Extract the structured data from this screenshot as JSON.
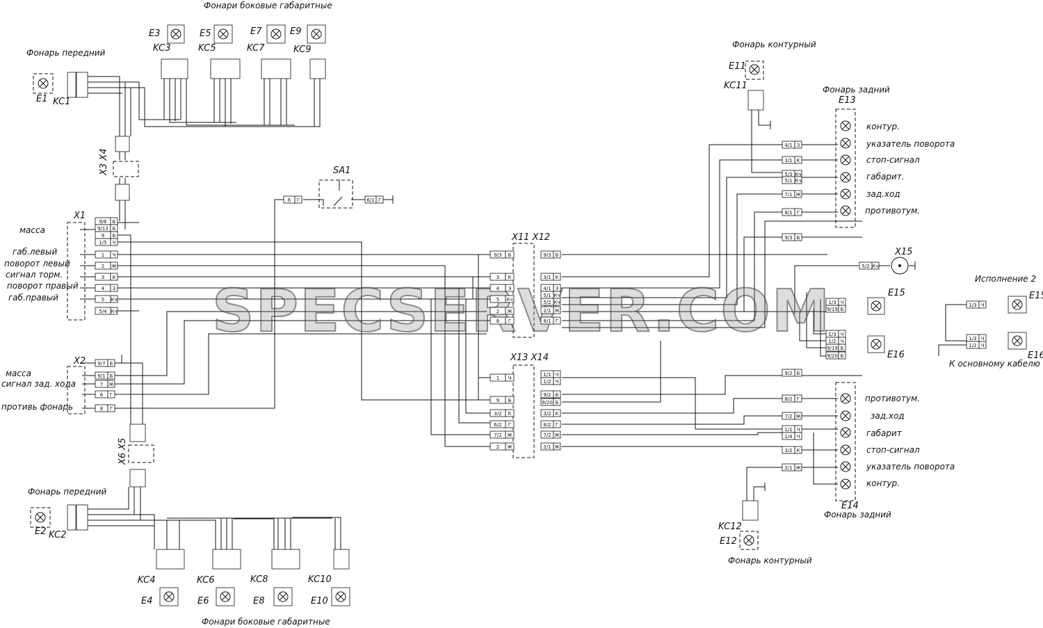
{
  "labels": {
    "side_top": "Фонари боковые габаритные",
    "side_bottom": "Фонари боковые габаритные",
    "front_top": "Фонарь передний",
    "front_bottom": "Фонарь передний",
    "contour_top": "Фонарь контурный",
    "contour_bottom": "Фонарь контурный",
    "rear_top": "Фонарь задний",
    "rear_bottom": "Фонарь задний",
    "variant2": "Исполнение 2",
    "to_main_cable": "К основному кабелю",
    "watermark": "SPECSERVER.COM"
  },
  "x1_labels": [
    "масса",
    "габ.левый",
    "поворот левый",
    "сигнал торм.",
    "поворот правый",
    "габ.правый"
  ],
  "x2_labels": [
    "масса",
    "сигнал зад. хода",
    "противь фонарь"
  ],
  "rear_top_items": [
    "контур.",
    "указатель поворота",
    "стоп-сигнал",
    "габарит.",
    "зад.ход",
    "противотум."
  ],
  "rear_bottom_items": [
    "противотум.",
    "зад.ход",
    "габарит",
    "стоп-сигнал",
    "указатель поворота",
    "контур."
  ],
  "refs": {
    "E1": "E1",
    "KC1": "KC1",
    "E2": "E2",
    "KC2": "KC2",
    "E3": "E3",
    "KC3": "KC3",
    "E5": "E5",
    "KC5": "KC5",
    "E7": "E7",
    "KC7": "KC7",
    "E9": "E9",
    "KC9": "KC9",
    "E4": "E4",
    "KC4": "KC4",
    "E6": "E6",
    "KC6": "KC6",
    "E8": "E8",
    "KC8": "KC8",
    "E10": "E10",
    "KC10": "KC10",
    "E11": "E11",
    "KC11": "KC11",
    "E12": "E12",
    "KC12": "KC12",
    "E13": "E13",
    "E14": "E14",
    "E15": "E15",
    "E16": "E16",
    "E15b": "E15",
    "E16b": "E16",
    "X1": "X1",
    "X2": "X2",
    "X3X4": "X3  X4",
    "X5X6": "X6  X5",
    "X11X12": "X11  X12",
    "X13X14": "X13  X14",
    "X15": "X15",
    "SA1": "SA1"
  },
  "x1_terms": [
    {
      "code": "9/6",
      "col": "Б"
    },
    {
      "code": "9/13",
      "col": "Б"
    },
    {
      "code": "9",
      "col": "Б"
    },
    {
      "code": "1/5",
      "col": "Ч"
    },
    {
      "code": "1",
      "col": "Ч"
    },
    {
      "code": "2",
      "col": "Ж"
    },
    {
      "code": "3",
      "col": "К"
    },
    {
      "code": "4",
      "col": "З"
    },
    {
      "code": "5",
      "col": "Кч"
    },
    {
      "code": "5/4",
      "col": "Кч"
    }
  ],
  "x2_terms": [
    {
      "code": "9/7",
      "col": "Б"
    },
    {
      "code": "9/1",
      "col": "Б"
    },
    {
      "code": "7",
      "col": "Ж"
    },
    {
      "code": "6",
      "col": "Г"
    },
    {
      "code": "8",
      "col": "Г"
    }
  ],
  "x11_left": [
    {
      "code": "9/3",
      "col": "Б"
    },
    {
      "code": "3",
      "col": "К"
    },
    {
      "code": "4",
      "col": "З"
    },
    {
      "code": "5",
      "col": "Кч"
    },
    {
      "code": "2",
      "col": "Ж"
    },
    {
      "code": "8",
      "col": "Г"
    }
  ],
  "x12_right": [
    {
      "code": "9/3",
      "col": "Б"
    },
    {
      "code": "3/1",
      "col": "К"
    },
    {
      "code": "4/1",
      "col": "З"
    },
    {
      "code": "5/1",
      "col": "Кч"
    },
    {
      "code": "5/2",
      "col": "Кч"
    },
    {
      "code": "2/1",
      "col": "Ж"
    },
    {
      "code": "8/1",
      "col": "Г"
    }
  ],
  "x13_left": [
    {
      "code": "1",
      "col": "Ч"
    },
    {
      "code": "9",
      "col": "Б"
    },
    {
      "code": "3/2",
      "col": "К"
    },
    {
      "code": "6/2",
      "col": "Г"
    },
    {
      "code": "7/2",
      "col": "Ж"
    },
    {
      "code": "2",
      "col": "Ж"
    }
  ],
  "x14_right": [
    {
      "code": "1/1",
      "col": "Ч"
    },
    {
      "code": "1/2",
      "col": "Ч"
    },
    {
      "code": "9/2",
      "col": "Б"
    },
    {
      "code": "9/20",
      "col": "Б"
    },
    {
      "code": "3/2",
      "col": "К"
    },
    {
      "code": "8/2",
      "col": "Г"
    },
    {
      "code": "7/2",
      "col": "Ж"
    },
    {
      "code": "2/1",
      "col": "Ж"
    }
  ],
  "e13_terms": [
    {
      "code": "4/1",
      "col": "З"
    },
    {
      "code": "3/1",
      "col": "К"
    },
    {
      "code": "5/3",
      "col": "Кч"
    },
    {
      "code": "5/1",
      "col": "Кч"
    },
    {
      "code": "7/1",
      "col": "Ж"
    },
    {
      "code": "8/1",
      "col": "Г"
    },
    {
      "code": "9/3",
      "col": "Б"
    }
  ],
  "e14_terms": [
    {
      "code": "9/2",
      "col": "Б"
    },
    {
      "code": "8/2",
      "col": "Г"
    },
    {
      "code": "7/2",
      "col": "Ж"
    },
    {
      "code": "1/1",
      "col": "Ч"
    },
    {
      "code": "1/4",
      "col": "Ч"
    },
    {
      "code": "3/2",
      "col": "К"
    },
    {
      "code": "2/1",
      "col": "Ж"
    }
  ],
  "misc_terms": {
    "sa1_left": {
      "code": "6",
      "col": "Г"
    },
    "sa1_right": {
      "code": "6/1",
      "col": "Г"
    },
    "x15": {
      "code": "5/2",
      "col": "Кч"
    },
    "e15": [
      {
        "code": "1/3",
        "col": "Ч"
      },
      {
        "code": "9/19",
        "col": "Б"
      }
    ],
    "e16": [
      {
        "code": "1/3",
        "col": "Ч"
      },
      {
        "code": "1/2",
        "col": "Ч"
      },
      {
        "code": "9/19",
        "col": "Б"
      },
      {
        "code": "9/20",
        "col": "Б"
      }
    ],
    "v2_e15": {
      "code": "1/3",
      "col": "Ч"
    },
    "v2_e16": [
      {
        "code": "1/3",
        "col": "Ч"
      },
      {
        "code": "1/2",
        "col": "Ч"
      }
    ]
  }
}
